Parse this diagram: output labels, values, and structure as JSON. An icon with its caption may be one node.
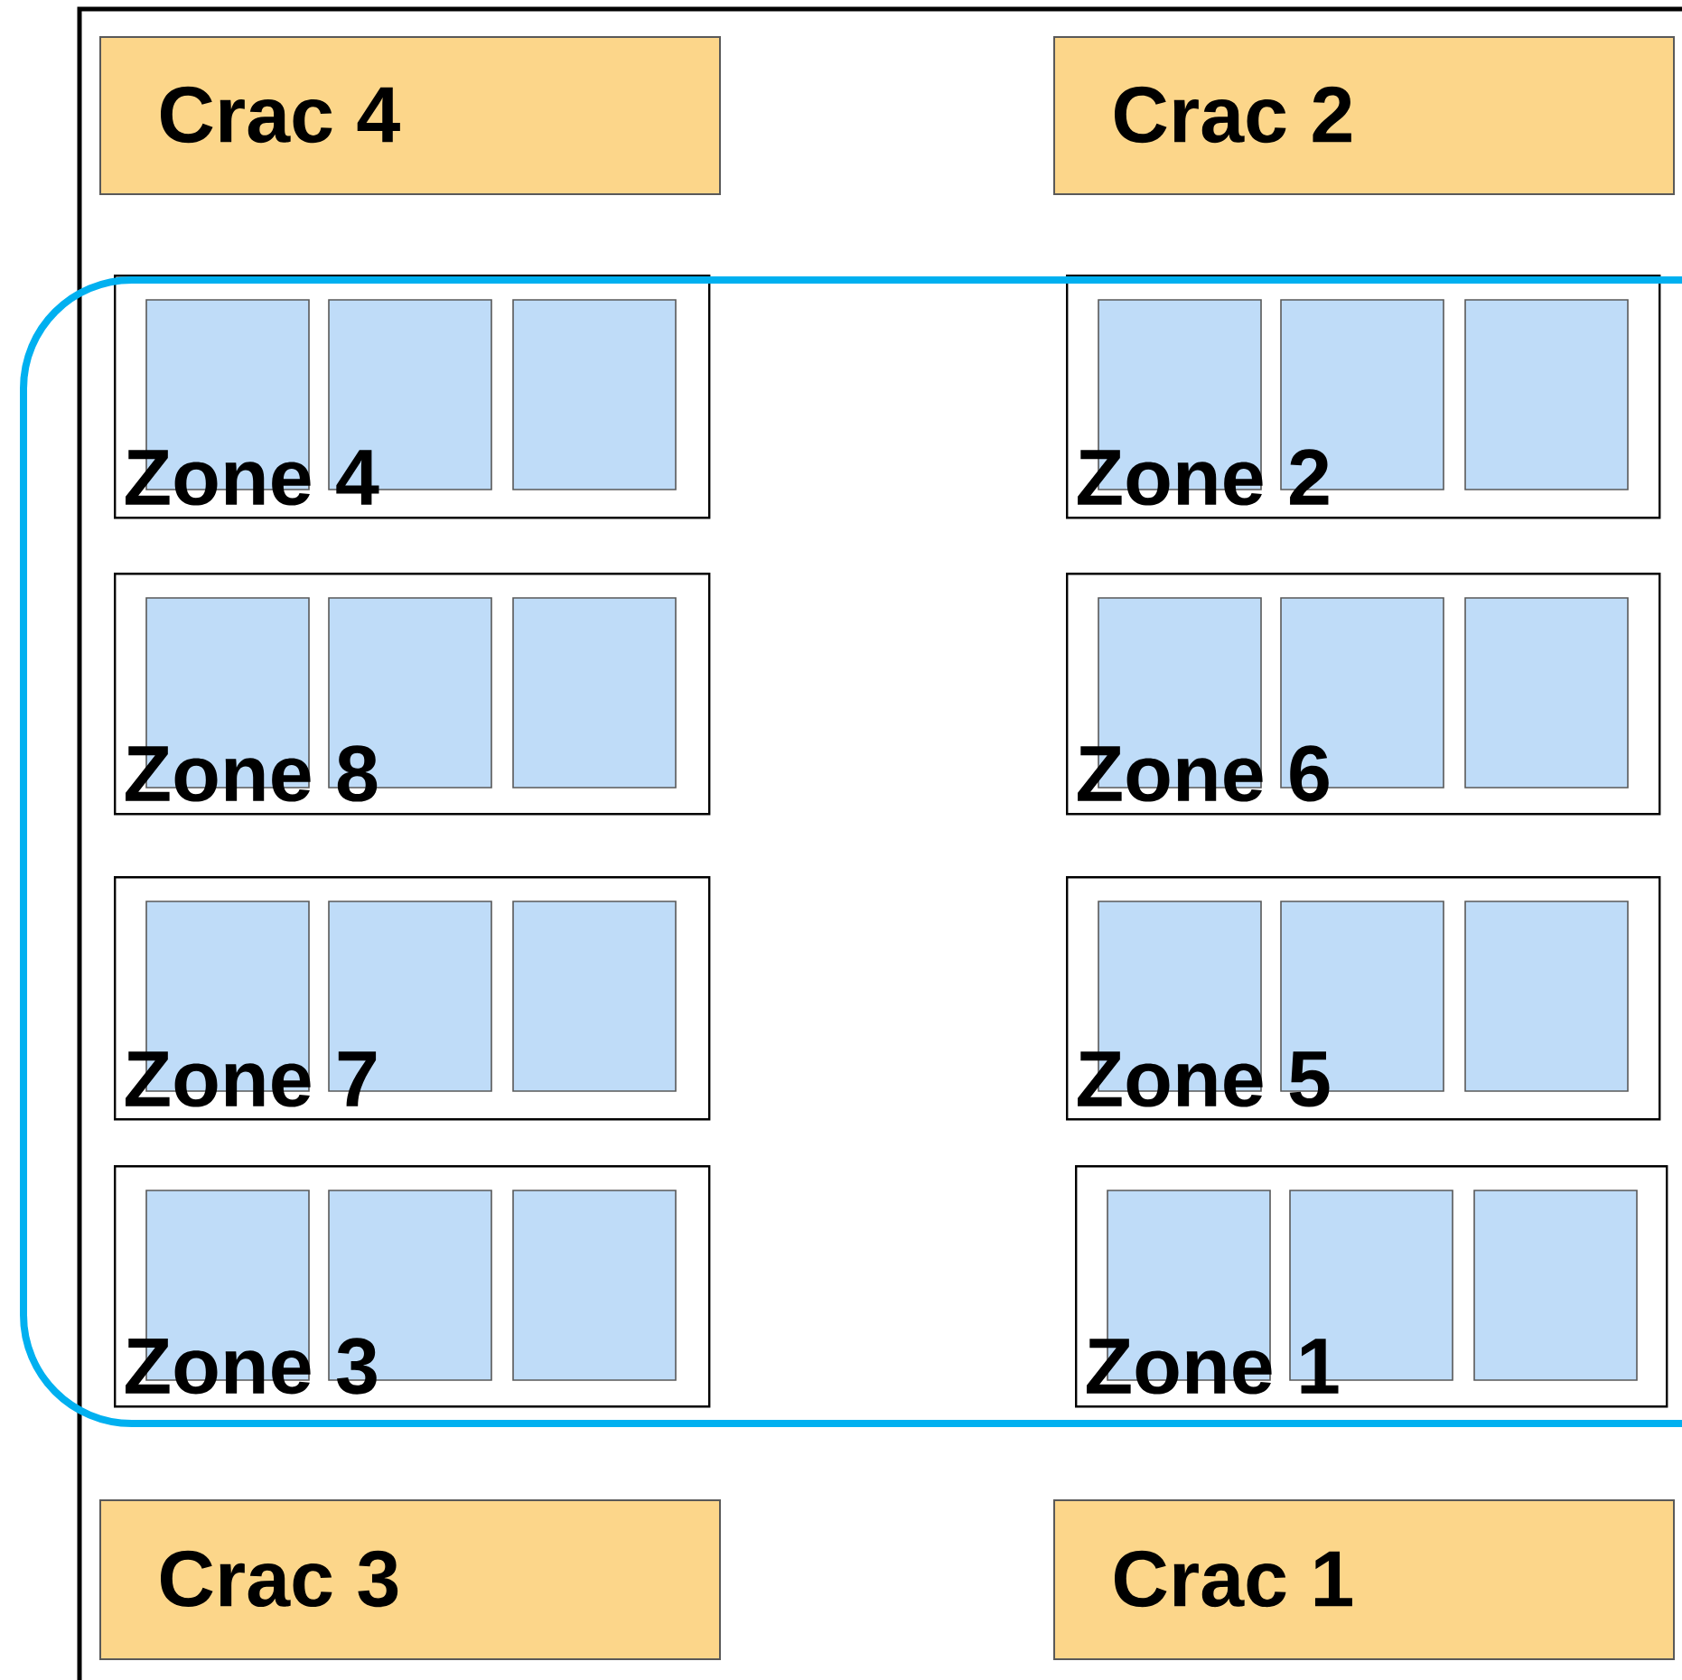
{
  "diagram": {
    "nodes": [
      {
        "text": [
          "Crac 4"
        ]
      },
      {
        "text": [
          "Crac 2"
        ]
      },
      {
        "text": [
          "Zone 4"
        ]
      },
      {
        "text": [
          "Zone 2"
        ]
      },
      {
        "text": [
          "Zone 8"
        ]
      },
      {
        "text": [
          "Zone 6"
        ]
      },
      {
        "text": [
          "Zone 7"
        ]
      },
      {
        "text": [
          "Zone 5"
        ]
      },
      {
        "text": [
          "Zone 3"
        ]
      },
      {
        "text": [
          "Zone 1"
        ]
      },
      {
        "text": [
          "Crac 3"
        ]
      },
      {
        "text": [
          "Crac 1"
        ]
      }
    ]
  }
}
